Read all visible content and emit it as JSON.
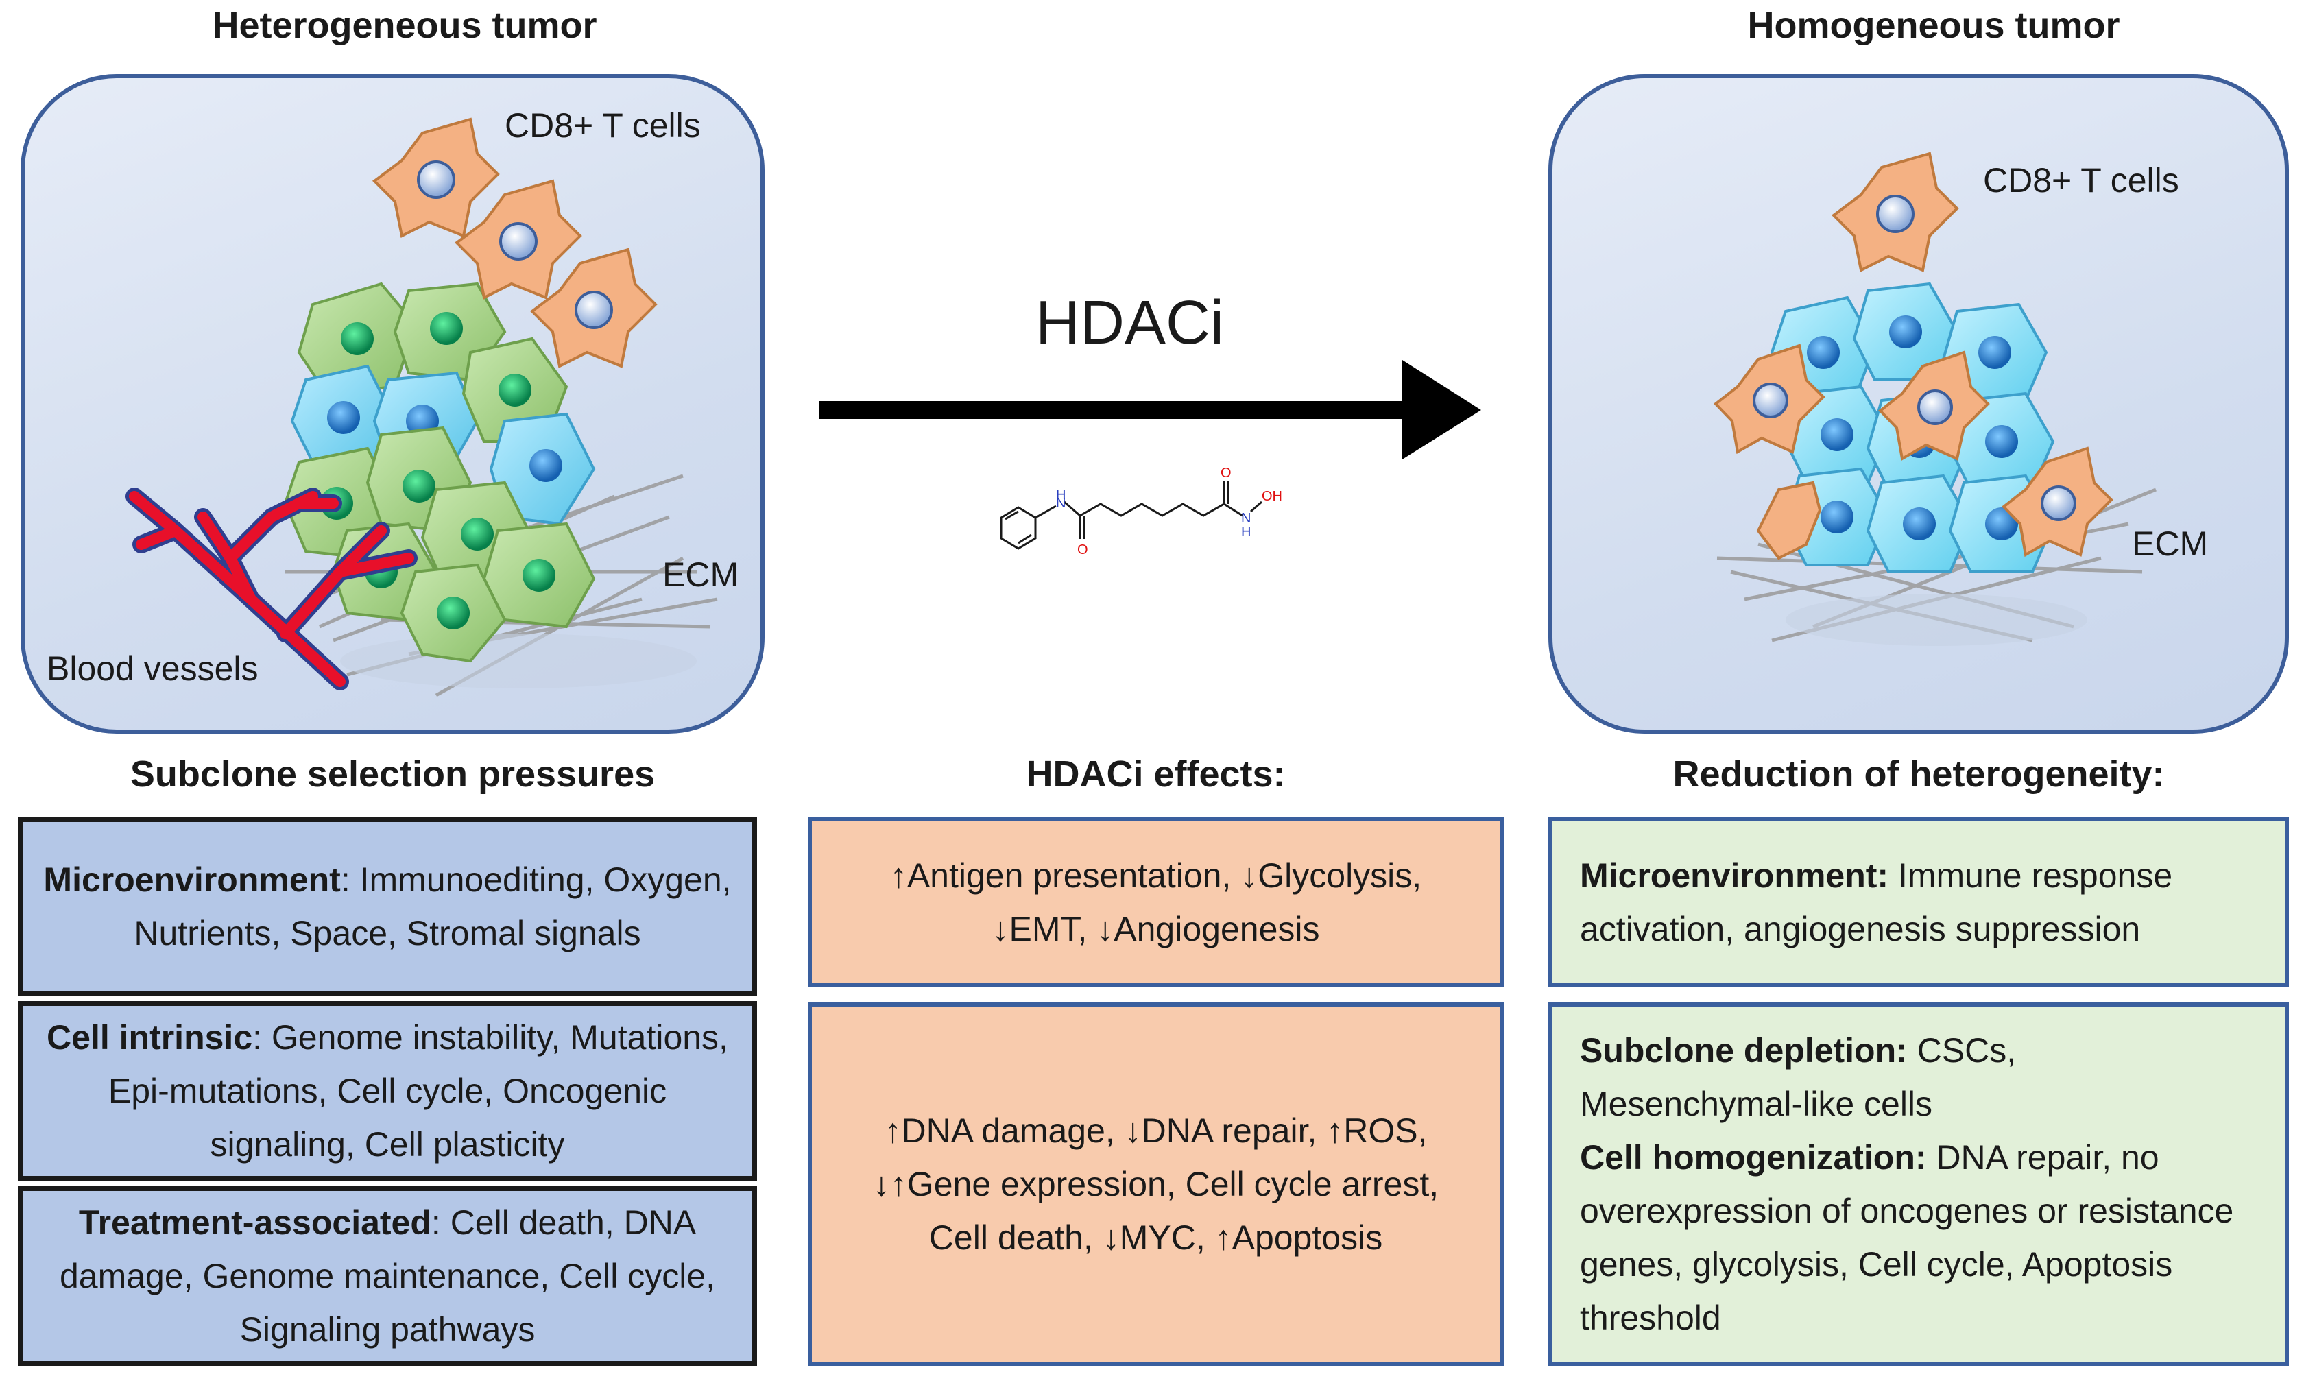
{
  "left": {
    "title": "Heterogeneous tumor",
    "labels": {
      "tcells": "CD8+ T cells",
      "ecm": "ECM",
      "vessels": "Blood vessels"
    }
  },
  "right": {
    "title": "Homogeneous tumor",
    "labels": {
      "tcells": "CD8+ T cells",
      "ecm": "ECM"
    }
  },
  "arrow": {
    "label": "HDACi"
  },
  "molecule": {
    "n1": "H",
    "n1b": "N",
    "o1": "O",
    "o2": "O",
    "n2": "N",
    "h2": "H",
    "oh": "OH"
  },
  "columns": {
    "pressures": {
      "heading": "Subclone selection pressures",
      "boxes": [
        {
          "bold": "Microenvironment",
          "text": ": Immunoediting, Oxygen, Nutrients, Space, Stromal signals"
        },
        {
          "bold": "Cell intrinsic",
          "text": ": Genome instability, Mutations, Epi-mutations, Cell cycle, Oncogenic signaling, Cell plasticity"
        },
        {
          "bold": "Treatment-associated",
          "text": ": Cell death, DNA damage, Genome maintenance, Cell cycle, Signaling pathways"
        }
      ]
    },
    "effects": {
      "heading": "HDACi effects:",
      "boxes": [
        {
          "text": "↑Antigen presentation, ↓Glycolysis, ↓EMT, ↓Angiogenesis"
        },
        {
          "text": "↑DNA damage, ↓DNA repair, ↑ROS, ↓↑Gene expression, Cell cycle arrest, Cell death, ↓MYC, ↑Apoptosis"
        }
      ]
    },
    "reduction": {
      "heading": "Reduction of heterogeneity:",
      "box1": {
        "bold": "Microenvironment:",
        "text": " Immune response activation, angiogenesis suppression"
      },
      "box2": {
        "bold1": "Subclone depletion:",
        "text1": " CSCs, Mesenchymal-like cells",
        "bold2": "Cell homogenization:",
        "text2": " DNA repair, no overexpression of oncogenes or resistance genes, glycolysis, Cell cycle, Apoptosis threshold"
      }
    }
  },
  "colors": {
    "panel_border": "#3d5e9a",
    "blue_box": "#b4c7e7",
    "orange_box": "#f8cbad",
    "green_box": "#e2f0d9",
    "tcell": "#f4b183",
    "green_cell": "#a9d18e",
    "cyan_cell": "#7fd7ef",
    "vessel_red": "#e8102a",
    "vessel_blue": "#2f3f8f"
  }
}
